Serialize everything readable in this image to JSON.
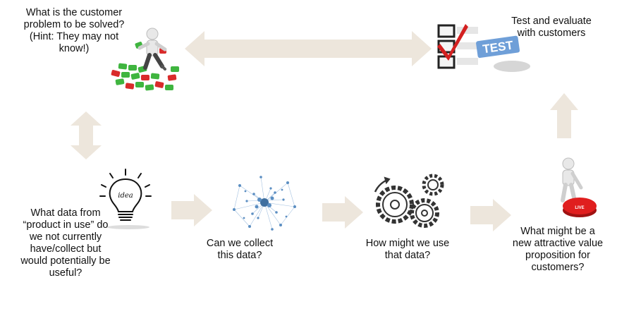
{
  "colors": {
    "arrow_fill": "#ede6dc",
    "puzzle_green": "#3fb53f",
    "puzzle_red": "#d92b2b",
    "check_red": "#d32020",
    "test_blue": "#6f9fd8",
    "network_blue": "#5b8ec2",
    "button_red": "#e01e1e"
  },
  "nodes": {
    "problem": {
      "icon": "puzzle-person-icon",
      "lines": [
        "What is the customer",
        "problem to be solved?",
        "(Hint: They may not",
        "know!)"
      ]
    },
    "test": {
      "icon": "test-checklist-icon",
      "badge": "TEST",
      "lines": [
        "Test and evaluate",
        "with customers"
      ]
    },
    "data_from_product": {
      "icon": "lightbulb-idea-icon",
      "bulb_text": "idea",
      "lines": [
        "What data  from",
        "“product in use” do",
        "we not currently",
        "have/collect but",
        "would potentially be",
        "useful?"
      ]
    },
    "collect": {
      "icon": "network-graph-icon",
      "lines": [
        "Can we collect",
        "this data?"
      ]
    },
    "use": {
      "icon": "gears-icon",
      "lines": [
        "How might we use",
        "that data?"
      ]
    },
    "value_prop": {
      "icon": "person-pressing-button-icon",
      "button_text": "LIVE",
      "lines": [
        "What might be a",
        "new attractive value",
        "proposition for",
        "customers?"
      ]
    }
  }
}
